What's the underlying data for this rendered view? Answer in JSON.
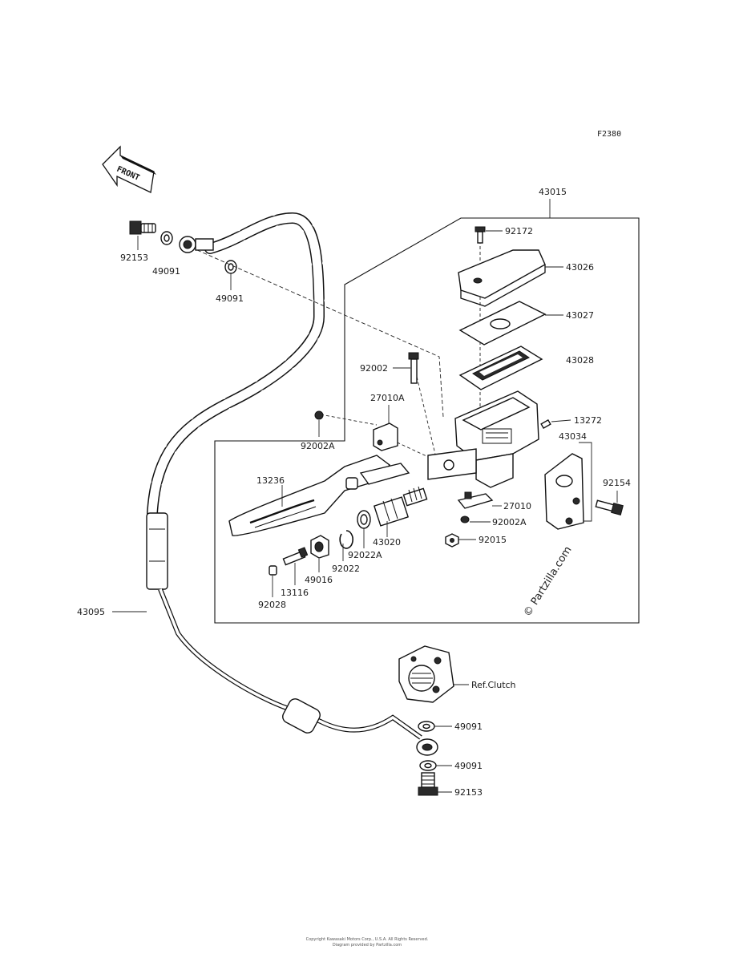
{
  "diagram": {
    "code": "F2380",
    "front_label": "FRONT",
    "watermark": "© Partzilla.com",
    "footer_line1": "Copyright Kawasaki Motors Corp., U.S.A. All Rights Reserved.",
    "footer_line2": "Diagram provided by Partzilla.com"
  },
  "labels": {
    "p43015": "43015",
    "p92172": "92172",
    "p43026": "43026",
    "p43027": "43027",
    "p43028": "43028",
    "p92002": "92002",
    "p27010A": "27010A",
    "p13272": "13272",
    "p43034": "43034",
    "p92002A_top": "92002A",
    "p92154": "92154",
    "p13236": "13236",
    "p27010": "27010",
    "p92002A_bot": "92002A",
    "p43020": "43020",
    "p92015": "92015",
    "p92022A": "92022A",
    "p92022": "92022",
    "p49016": "49016",
    "p13116": "13116",
    "p92028": "92028",
    "p43095": "43095",
    "p92153_top": "92153",
    "p49091_a": "49091",
    "p49091_b": "49091",
    "ref_clutch": "Ref.Clutch",
    "p49091_c": "49091",
    "p49091_d": "49091",
    "p92153_bot": "92153"
  }
}
